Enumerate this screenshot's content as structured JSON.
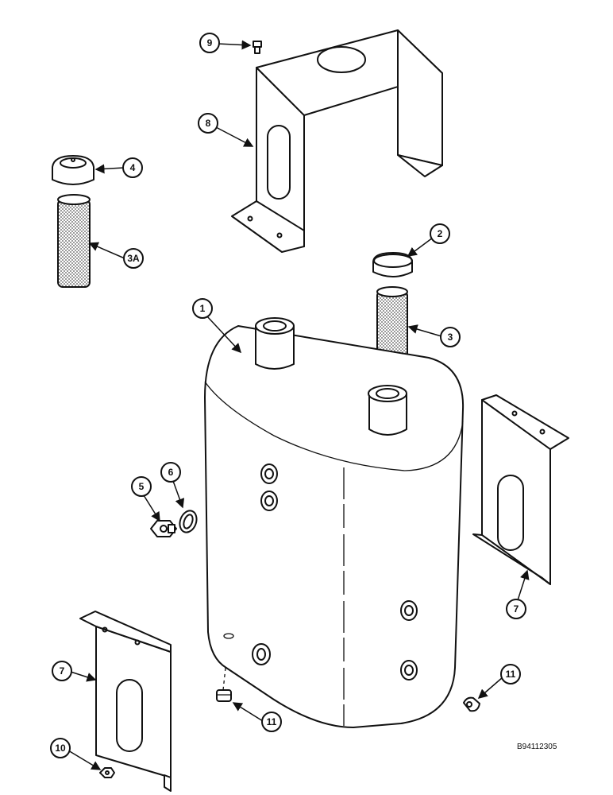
{
  "figure_id": "B94112305",
  "callouts": [
    "1",
    "2",
    "3",
    "3A",
    "4",
    "5",
    "6",
    "7",
    "7",
    "8",
    "9",
    "10",
    "11",
    "11"
  ],
  "colors": {
    "ink": "#111111",
    "paper": "#ffffff",
    "screen": "#888888"
  }
}
